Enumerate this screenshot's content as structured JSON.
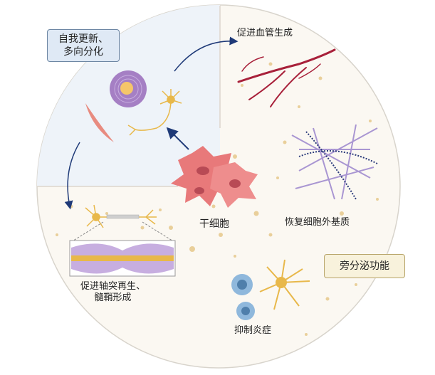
{
  "title_boxes": {
    "self_renewal": [
      "自我更新、",
      "多向分化"
    ],
    "paracrine": "旁分泌功能"
  },
  "labels": {
    "stem_cell": "干细胞",
    "angiogenesis": "促进血管生成",
    "ecm": "恢复细胞外基质",
    "axon": [
      "促进轴突再生、",
      "髓鞘形成"
    ],
    "inflammation": "抑制炎症"
  },
  "colors": {
    "quadrant_blue": "#eef3f9",
    "background_cream": "#fbf8f2",
    "arrow": "#1f3a78",
    "stem_cell": "#e8797a",
    "neuron": "#e8b84a",
    "vessel": "#a8203a",
    "immune_cell": "#8fb8dc"
  }
}
